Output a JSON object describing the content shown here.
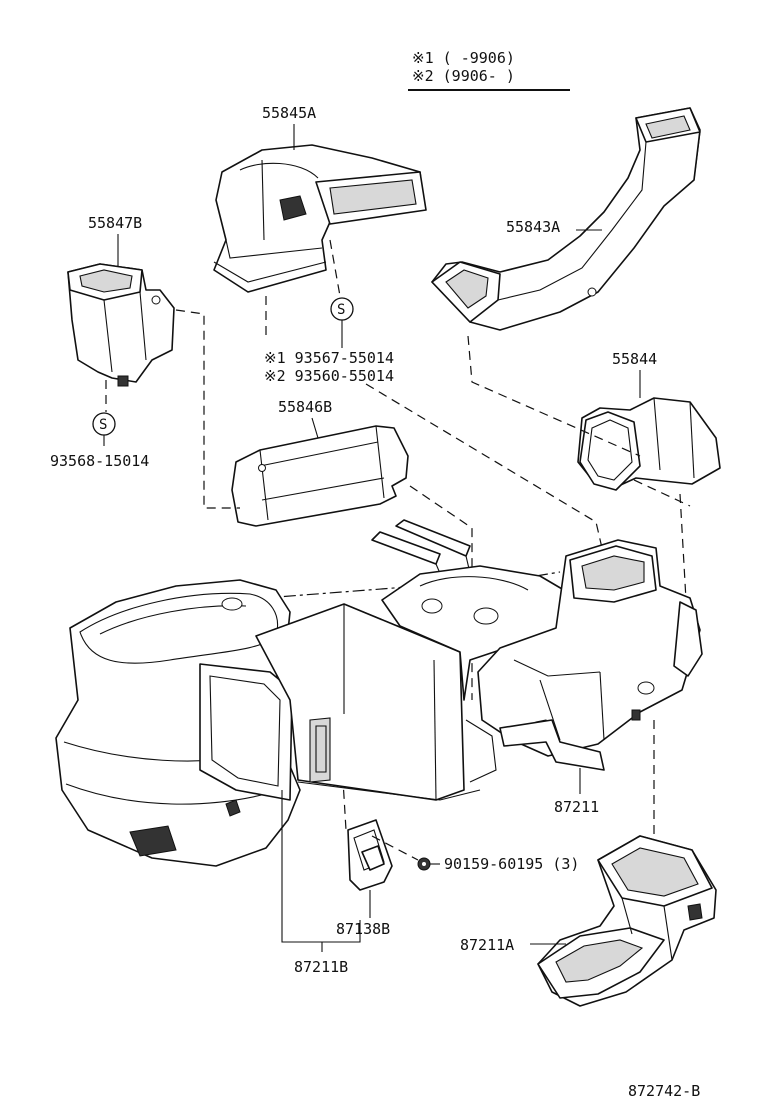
{
  "legend": {
    "line1": "※1 (     -9906)",
    "line2": "※2 (9906-     )"
  },
  "parts": {
    "p55845A": "55845A",
    "p55847B": "55847B",
    "p55843A": "55843A",
    "p55844": "55844",
    "p55846B": "55846B",
    "p87211": "87211",
    "p87211A": "87211A",
    "p87138B": "87138B",
    "p87211B": "87211B"
  },
  "screws": {
    "s1": "※1 93567-55014",
    "s2": "※2 93560-55014",
    "s3": "93568-15014",
    "s4": "90159-60195 (3)",
    "symbol": "S"
  },
  "diagram_id": "872742-B"
}
